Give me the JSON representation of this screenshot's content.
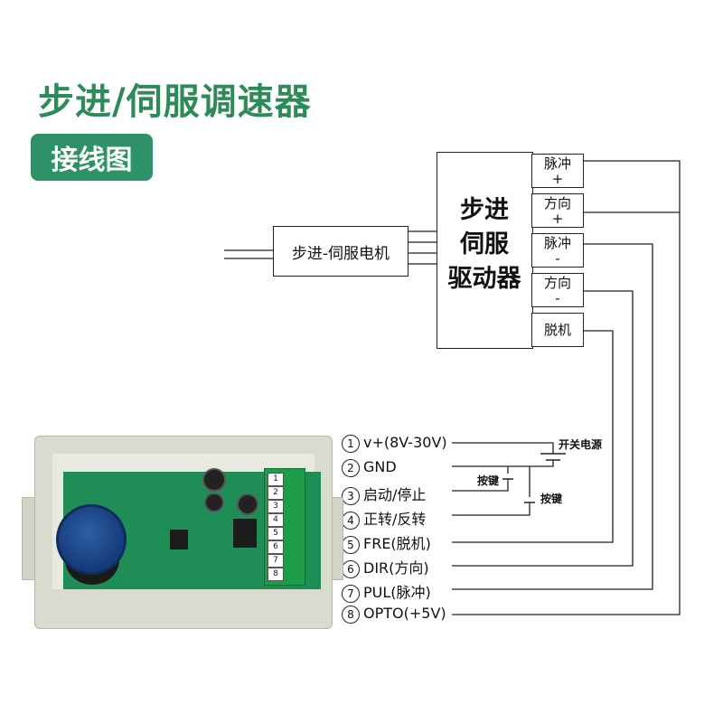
{
  "header": {
    "title": "步进/伺服调速器",
    "badge": "接线图"
  },
  "driver": {
    "label_lines": [
      "步进",
      "伺服",
      "驱动器"
    ],
    "terminals": [
      {
        "name": "脉冲",
        "sign": "+"
      },
      {
        "name": "方向",
        "sign": "+"
      },
      {
        "name": "脉冲",
        "sign": "-"
      },
      {
        "name": "方向",
        "sign": "-"
      },
      {
        "name": "脱机",
        "sign": ""
      }
    ]
  },
  "motor": {
    "label": "步进-伺服电机"
  },
  "pins": [
    {
      "num": "1",
      "label": "v+(8V-30V)"
    },
    {
      "num": "2",
      "label": "GND"
    },
    {
      "num": "3",
      "label": "启动/停止"
    },
    {
      "num": "4",
      "label": "正转/反转"
    },
    {
      "num": "5",
      "label": "FRE(脱机)"
    },
    {
      "num": "6",
      "label": "DIR(方向)"
    },
    {
      "num": "7",
      "label": "PUL(脉冲)"
    },
    {
      "num": "8",
      "label": "OPTO(+5V)"
    }
  ],
  "annotations": {
    "power_switch": "开关电源",
    "button_a": "按键",
    "button_b": "按键"
  },
  "board": {
    "terminal_numbers": [
      "1",
      "2",
      "3",
      "4",
      "5",
      "6",
      "7",
      "8"
    ]
  }
}
